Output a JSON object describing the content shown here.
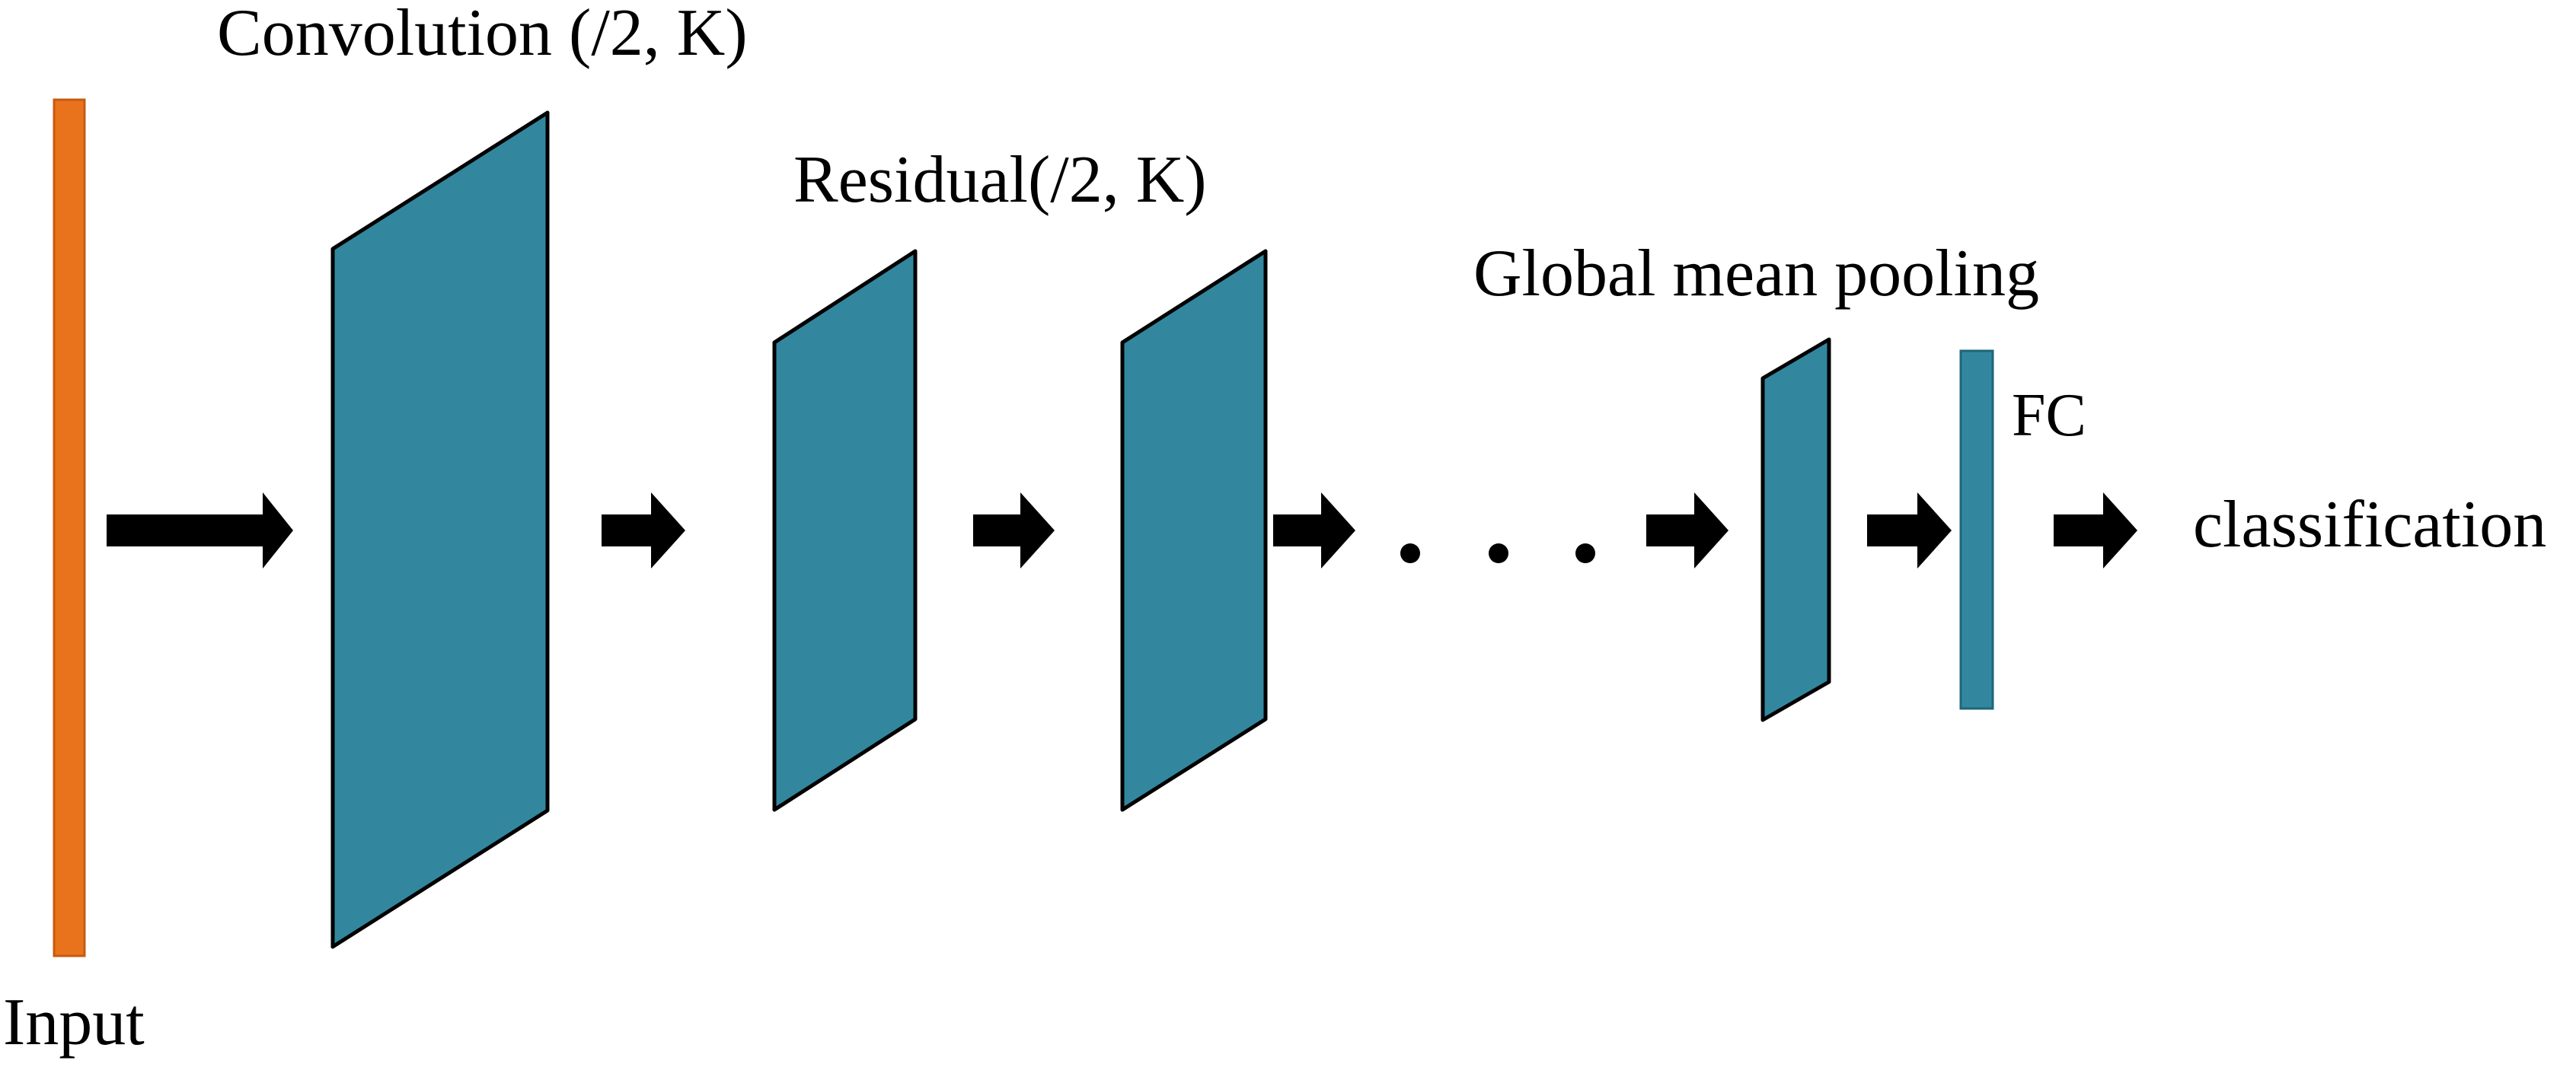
{
  "labels": {
    "input": "Input",
    "convolution": "Convolution (/2, K)",
    "residual": "Residual(/2, K)",
    "global_pooling": "Global mean pooling",
    "fc": "FC",
    "classification": "classification"
  },
  "colors": {
    "input_bar": "#E8731C",
    "layer_fill": "#32879F",
    "fc_fill": "#32879F",
    "outline": "#000000",
    "arrow": "#000000",
    "text": "#000000",
    "background": "#FFFFFF"
  },
  "icons": {
    "arrow": "right-arrow-icon",
    "ellipsis": "ellipsis-dots"
  }
}
